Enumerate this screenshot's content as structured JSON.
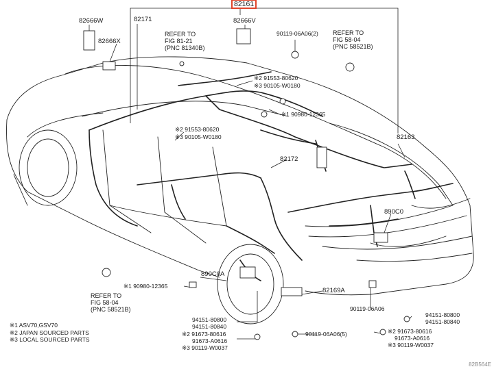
{
  "top_part": "82161",
  "labels": {
    "p82666W": "82666W",
    "p82171": "82171",
    "p82666V": "82666V",
    "p82666X": "82666X",
    "p90119_06A06_2": "90119-06A06(2)",
    "p91553_80620_a": "※2 91553-80620",
    "p90105_W0180_a": "※3 90105-W0180",
    "p90980_12365_a": "※1 90980-12365",
    "p91553_80620_b": "※2 91553-80620",
    "p90105_W0180_b": "※3 90105-W0180",
    "p82163": "82163",
    "p82172": "82172",
    "p890C0": "890C0",
    "p890C0A": "890C0A",
    "p90980_12365_b": "※1 90980-12365",
    "p82169A": "82169A",
    "p90119_06A06": "90119-06A06",
    "p94151_80800_a": "94151-80800",
    "p94151_80840_a": "94151-80840",
    "p94151_80800_b": "94151-80800",
    "p94151_80840_b": "94151-80840",
    "p91673_80616_a": "※2 91673-80616",
    "p91673_A0616_a": "91673-A0616",
    "p90119_W0037_a": "※3 90119-W0037",
    "p90119_06A06_5": "90119-06A06(5)",
    "p91673_80616_b": "※2 91673-80616",
    "p91673_A0616_b": "91673-A0616",
    "p90119_W0037_b": "※3 90119-W0037"
  },
  "refs": {
    "ref1": [
      "REFER TO",
      "FIG 81-21",
      "(PNC 81340B)"
    ],
    "ref2": [
      "REFER TO",
      "FIG 58-04",
      "(PNC 58521B)"
    ],
    "ref3": [
      "REFER TO",
      "FIG 58-04",
      "(PNC 58521B)"
    ]
  },
  "notes": [
    "※1 ASV70,GSV70",
    "※2 JAPAN SOURCED PARTS",
    "※3 LOCAL SOURCED PARTS"
  ],
  "watermark": "82B564E",
  "colors": {
    "line": "#222222",
    "highlight": "#e0442a"
  }
}
